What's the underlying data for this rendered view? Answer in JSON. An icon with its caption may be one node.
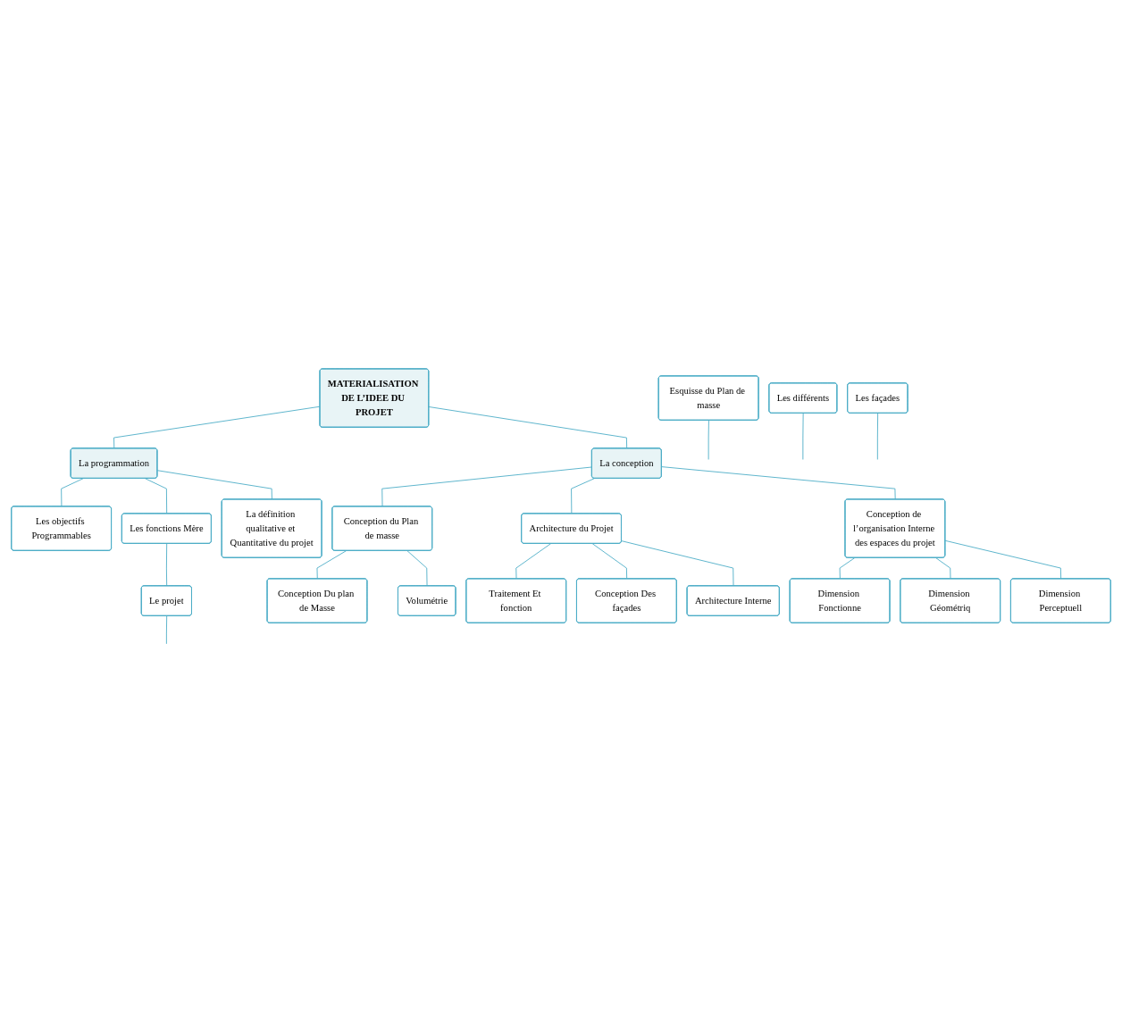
{
  "diagram": {
    "nodes": [
      {
        "text": [
          "MATERIALISATION DE L’IDEE DU PROJET"
        ]
      },
      {
        "text": [
          "La programmation"
        ]
      },
      {
        "text": [
          "La conception"
        ]
      },
      {
        "text": [
          "Les objectifs Programmables"
        ]
      },
      {
        "text": [
          "Les fonctions Mère"
        ]
      },
      {
        "text": [
          "Conception du Plan de masse"
        ]
      },
      {
        "text": [
          "Architecture du Projet"
        ]
      },
      {
        "text": [
          "La définition qualitative et Quantitative du projet"
        ]
      },
      {
        "text": [
          "Conception de l’organisation Interne des espaces du projet"
        ]
      },
      {
        "text": [
          "Conception Du plan de Masse"
        ]
      },
      {
        "text": [
          "Dimension Fonctionne"
        ]
      },
      {
        "text": [
          "Traitement Et fonction"
        ]
      },
      {
        "text": [
          "Dimension Géométriq"
        ]
      },
      {
        "text": [
          "Conception Des façades"
        ]
      },
      {
        "text": [
          "Volumétrie"
        ]
      },
      {
        "text": [
          "Dimension Perceptuell"
        ]
      },
      {
        "text": [
          "Architecture Interne"
        ]
      },
      {
        "text": [
          "Le projet"
        ]
      },
      {
        "text": [
          "Esquisse du Plan de masse"
        ]
      },
      {
        "text": [
          "Les différents"
        ]
      },
      {
        "text": [
          "Les façades"
        ]
      }
    ],
    "edges": [
      {
        "from": 0,
        "to": 1,
        "arrow": "none"
      },
      {
        "from": 0,
        "to": 2,
        "arrow": "none"
      },
      {
        "from": 1,
        "to": 3,
        "arrow": "none"
      },
      {
        "from": 1,
        "to": 4,
        "arrow": "none"
      },
      {
        "from": 1,
        "to": 7,
        "arrow": "none"
      },
      {
        "from": 2,
        "to": 5,
        "arrow": "none"
      },
      {
        "from": 2,
        "to": 6,
        "arrow": "none"
      },
      {
        "from": 2,
        "to": 8,
        "arrow": "none"
      },
      {
        "from": 5,
        "to": 9,
        "arrow": "none"
      },
      {
        "from": 5,
        "to": 14,
        "arrow": "none"
      },
      {
        "from": 8,
        "to": 10,
        "arrow": "none"
      },
      {
        "from": 8,
        "to": 12,
        "arrow": "none"
      },
      {
        "from": 8,
        "to": 15,
        "arrow": "none"
      },
      {
        "from": 6,
        "to": 11,
        "arrow": "none"
      },
      {
        "from": 6,
        "to": 13,
        "arrow": "none"
      },
      {
        "from": 6,
        "to": 16,
        "arrow": "none"
      },
      {
        "from": 4,
        "to": 17,
        "arrow": "none"
      },
      {
        "from": 17,
        "to": null,
        "arrow": "none"
      },
      {
        "from": 18,
        "to": null,
        "arrow": "none"
      },
      {
        "from": 19,
        "to": null,
        "arrow": "none"
      },
      {
        "from": 20,
        "to": null,
        "arrow": "none"
      }
    ]
  }
}
